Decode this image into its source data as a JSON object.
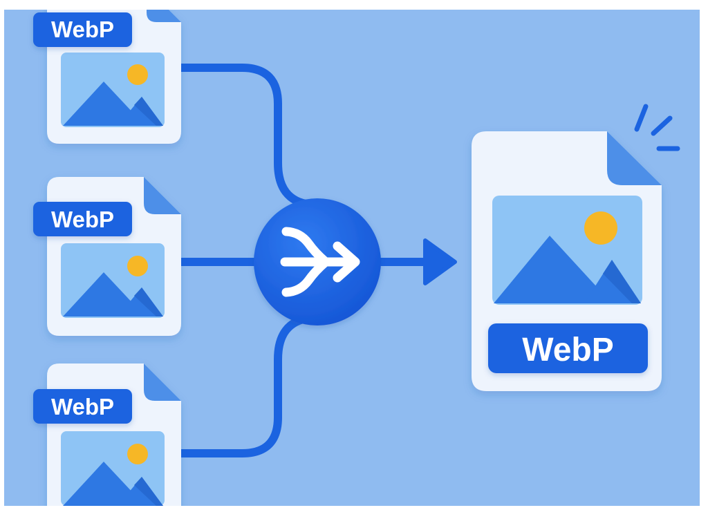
{
  "inputs": [
    {
      "badge": "WebP"
    },
    {
      "badge": "WebP"
    },
    {
      "badge": "WebP"
    }
  ],
  "output": {
    "badge": "WebP"
  },
  "merge": {
    "icon": "merge-arrow-icon"
  },
  "colors": {
    "background": "#8fbbf0",
    "accent": "#1b63e0",
    "card": "#eef4fd",
    "photo_bg": "#8ec4f5",
    "mountain": "#2e78e3",
    "sun": "#f6b726"
  }
}
